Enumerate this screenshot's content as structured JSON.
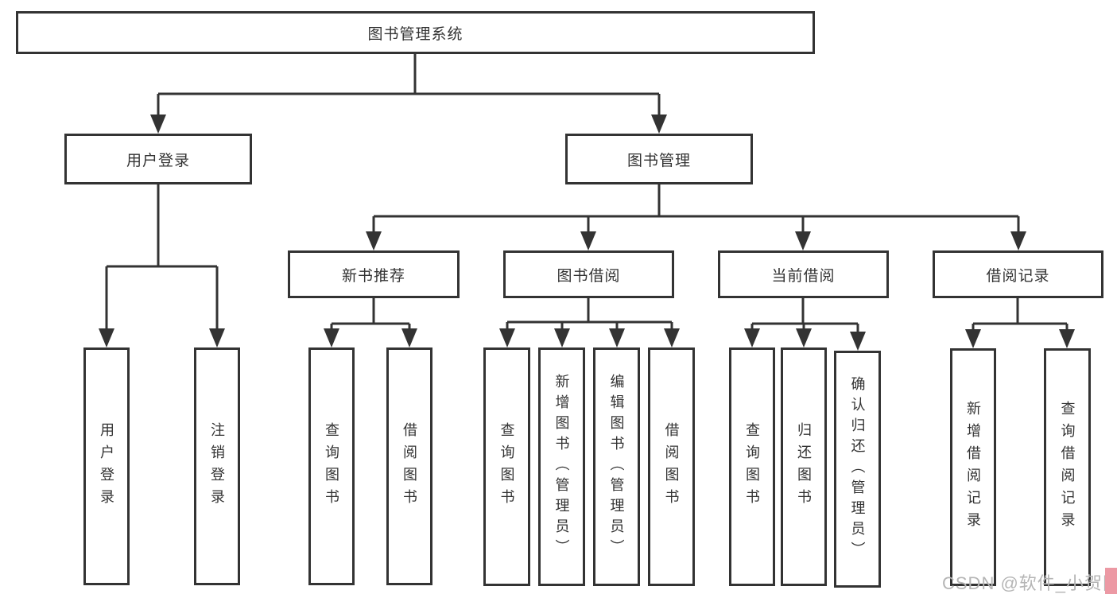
{
  "diagram": {
    "root": {
      "label": "图书管理系统"
    },
    "user_branch": {
      "label": "用户登录",
      "children": [
        {
          "label": "用户登录"
        },
        {
          "label": "注销登录"
        }
      ]
    },
    "book_branch": {
      "label": "图书管理",
      "sections": [
        {
          "label": "新书推荐",
          "children": [
            {
              "label": "查询图书"
            },
            {
              "label": "借阅图书"
            }
          ]
        },
        {
          "label": "图书借阅",
          "children": [
            {
              "label": "查询图书"
            },
            {
              "label": "新增图书（管理员）"
            },
            {
              "label": "编辑图书（管理员）"
            },
            {
              "label": "借阅图书"
            }
          ]
        },
        {
          "label": "当前借阅",
          "children": [
            {
              "label": "查询图书"
            },
            {
              "label": "归还图书"
            },
            {
              "label": "确认归还（管理员）"
            }
          ]
        },
        {
          "label": "借阅记录",
          "children": [
            {
              "label": "新增借阅记录"
            },
            {
              "label": "查询借阅记录"
            }
          ]
        }
      ]
    }
  },
  "watermark": {
    "text": "CSDN @软件_小贺同学"
  },
  "colors": {
    "line": "#333333",
    "border": "#333333",
    "text": "#333333",
    "background": "#ffffff",
    "watermark_text": "#b5b5b5",
    "watermark_badge": "#ec99a4"
  }
}
